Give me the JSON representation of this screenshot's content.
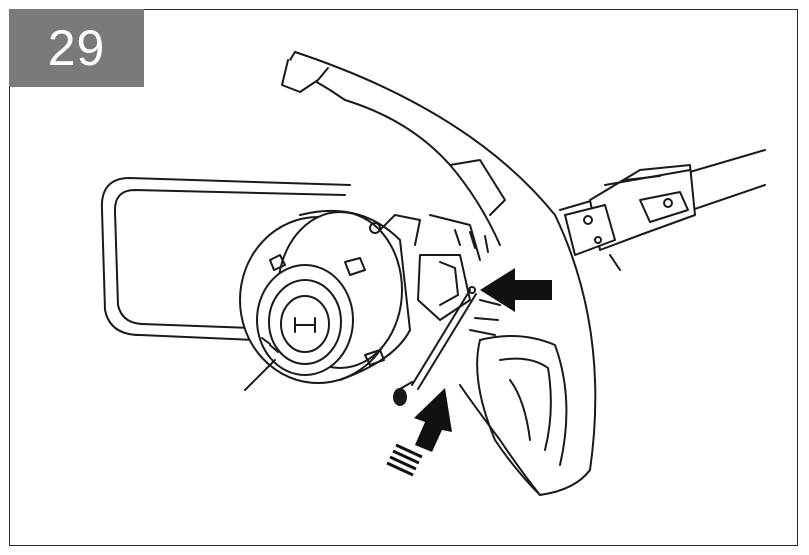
{
  "step": {
    "number": "29"
  },
  "colors": {
    "badge": "#7a7a7a",
    "line": "#1a1a1a",
    "arrow": "#111111",
    "frame": "#2a2a2a"
  },
  "icons": [
    "guard-illustration",
    "trimmer-head",
    "shaft",
    "screw",
    "screwdriver",
    "arrow-left-icon",
    "arrow-up-icon",
    "brand-logo"
  ]
}
